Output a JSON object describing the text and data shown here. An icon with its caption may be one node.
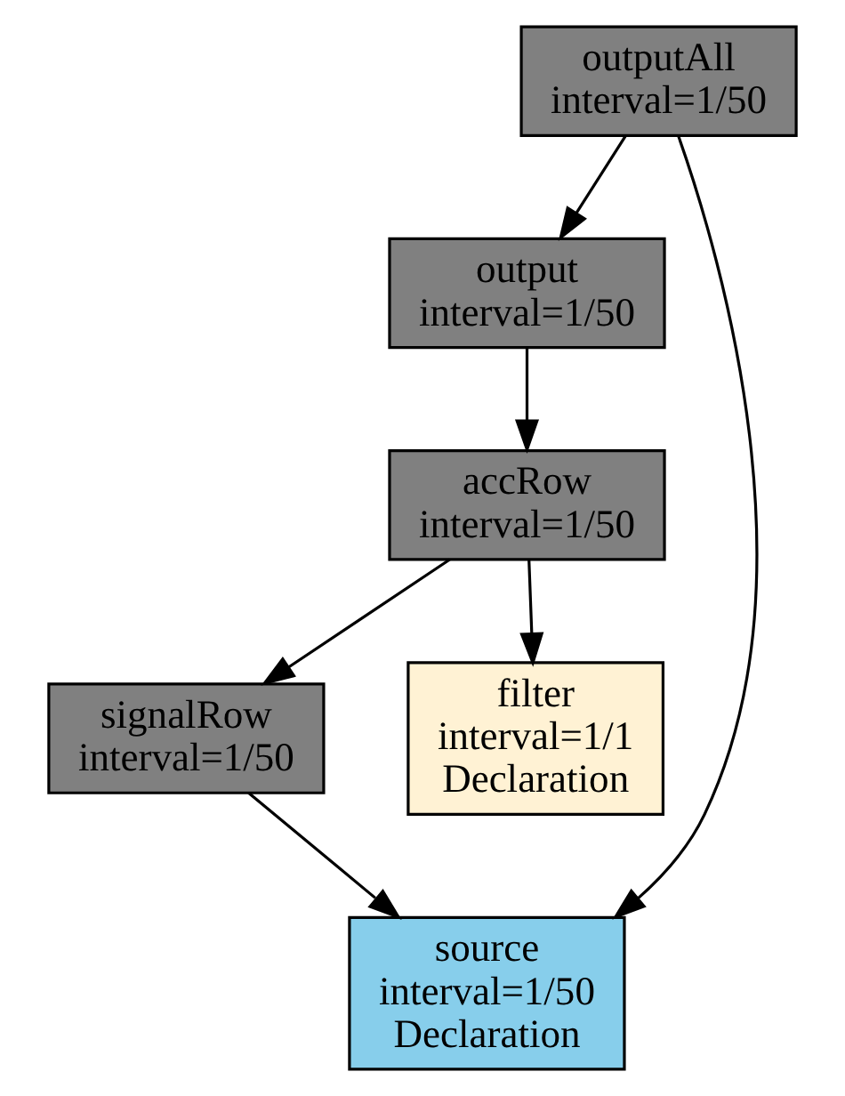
{
  "diagram": {
    "nodes": [
      {
        "text": [
          "outputAll",
          "interval=1/50"
        ]
      },
      {
        "text": [
          "output",
          "interval=1/50"
        ]
      },
      {
        "text": [
          "accRow",
          "interval=1/50"
        ]
      },
      {
        "text": [
          "signalRow",
          "interval=1/50"
        ]
      },
      {
        "text": [
          "filter",
          "interval=1/1",
          "Declaration"
        ]
      },
      {
        "text": [
          "source",
          "interval=1/50",
          "Declaration"
        ]
      }
    ],
    "edges": [
      {
        "from": 0,
        "to": 1,
        "arrow": "to"
      },
      {
        "from": 1,
        "to": 2,
        "arrow": "to"
      },
      {
        "from": 2,
        "to": 3,
        "arrow": "to"
      },
      {
        "from": 2,
        "to": 4,
        "arrow": "to"
      },
      {
        "from": 3,
        "to": 5,
        "arrow": "to"
      },
      {
        "from": 0,
        "to": 5,
        "arrow": "to"
      }
    ]
  }
}
